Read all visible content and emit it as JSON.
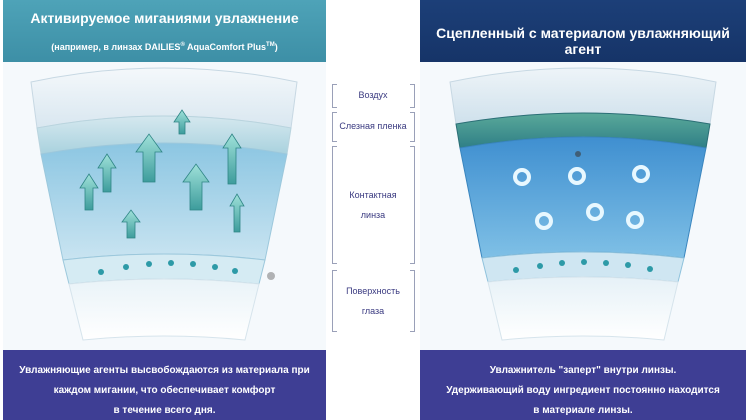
{
  "colors": {
    "left_header": "#4ea3b8",
    "right_header": "#1c3f78",
    "footer": "#3e3e94",
    "legend_text": "#3a3a80"
  },
  "left": {
    "title": "Активируемое миганиями увлажнение",
    "subtitle_prefix": "(например, в линзах DAILIES",
    "subtitle_reg": "®",
    "subtitle_mid": " AquaComfort Plus",
    "subtitle_tm": "TM",
    "subtitle_end": ")",
    "footer_lines": [
      "Увлажняющие агенты высвобождаются из материала при",
      "каждом мигании, что обеспечивает комфорт",
      "в течение всего дня."
    ]
  },
  "right": {
    "title": "Сцепленный с материалом увлажняющий агент",
    "footer_lines": [
      "Увлажнитель \"заперт\" внутри линзы.",
      "Удерживающий воду ингредиент постоянно находится",
      "в материале линзы."
    ]
  },
  "legend": {
    "air": "Воздух",
    "tear_film": "Слезная пленка",
    "contact_lens_1": "Контактная",
    "contact_lens_2": "линза",
    "eye_surface_1": "Поверхность",
    "eye_surface_2": "глаза"
  }
}
